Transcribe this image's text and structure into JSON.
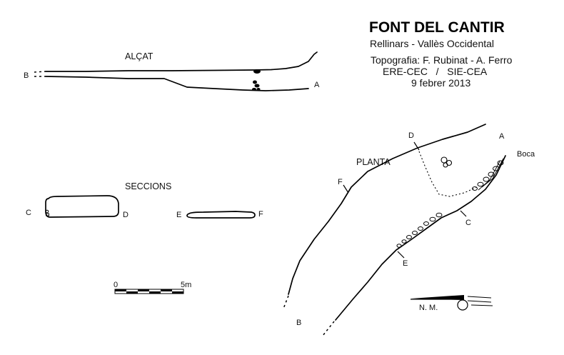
{
  "header": {
    "title": "FONT DEL CANTIR",
    "location": "Rellinars - Vallès Occidental",
    "topography": "Topografia: F. Rubinat - A. Ferro",
    "groups": "ERE-CEC   /   SIE-CEA",
    "date": "9 febrer 2013"
  },
  "alcat": {
    "title": "ALÇAT",
    "label_b": "B",
    "label_a": "A"
  },
  "seccions": {
    "title": "SECCIONS",
    "label_c": "C",
    "label_d": "D",
    "label_e": "E",
    "label_f": "F"
  },
  "scale": {
    "zero": "0",
    "five": "5m"
  },
  "planta": {
    "title": "PLANTA",
    "label_a": "A",
    "label_b": "B",
    "label_c": "C",
    "label_d": "D",
    "label_e": "E",
    "label_f": "F",
    "boca": "Boca"
  },
  "north": {
    "label": "N. M."
  }
}
